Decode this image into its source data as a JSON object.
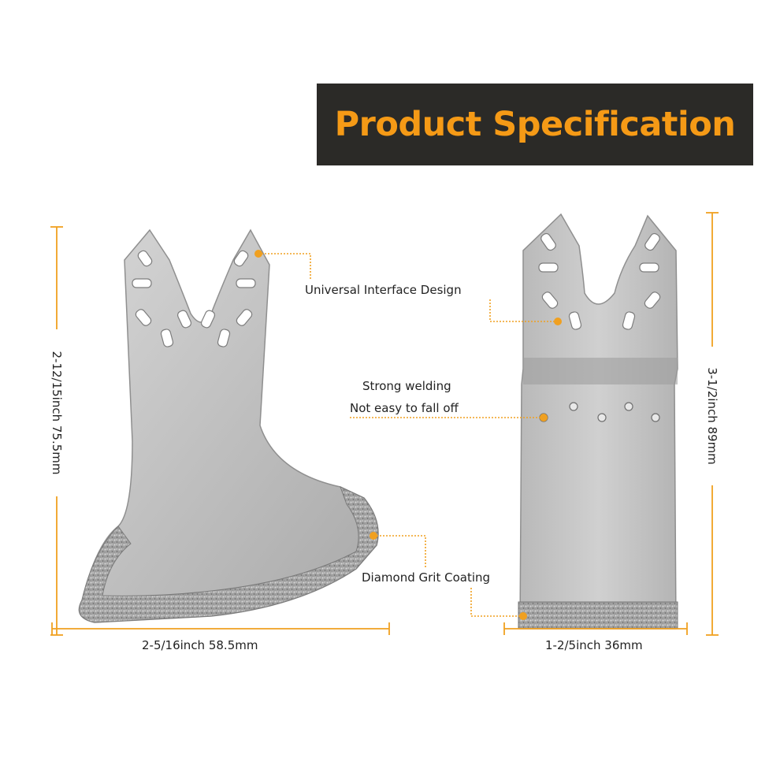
{
  "title": "Product Specification",
  "colors": {
    "title_bg": "#2b2a27",
    "title_text": "#f59a16",
    "accent_line": "#f0a020",
    "blade_steel": "#c4c4c4",
    "grit_coating": "#a8a8a8"
  },
  "left_blade": {
    "height_label": "2-12/15inch 75.5mm",
    "width_label": "2-5/16inch 58.5mm"
  },
  "right_blade": {
    "height_label": "3-1/2inch 89mm",
    "width_label": "1-2/5inch 36mm"
  },
  "callouts": {
    "interface": "Universal Interface Design",
    "welding_line1": "Strong welding",
    "welding_line2": "Not easy to fall off",
    "coating": "Diamond Grit Coating"
  }
}
